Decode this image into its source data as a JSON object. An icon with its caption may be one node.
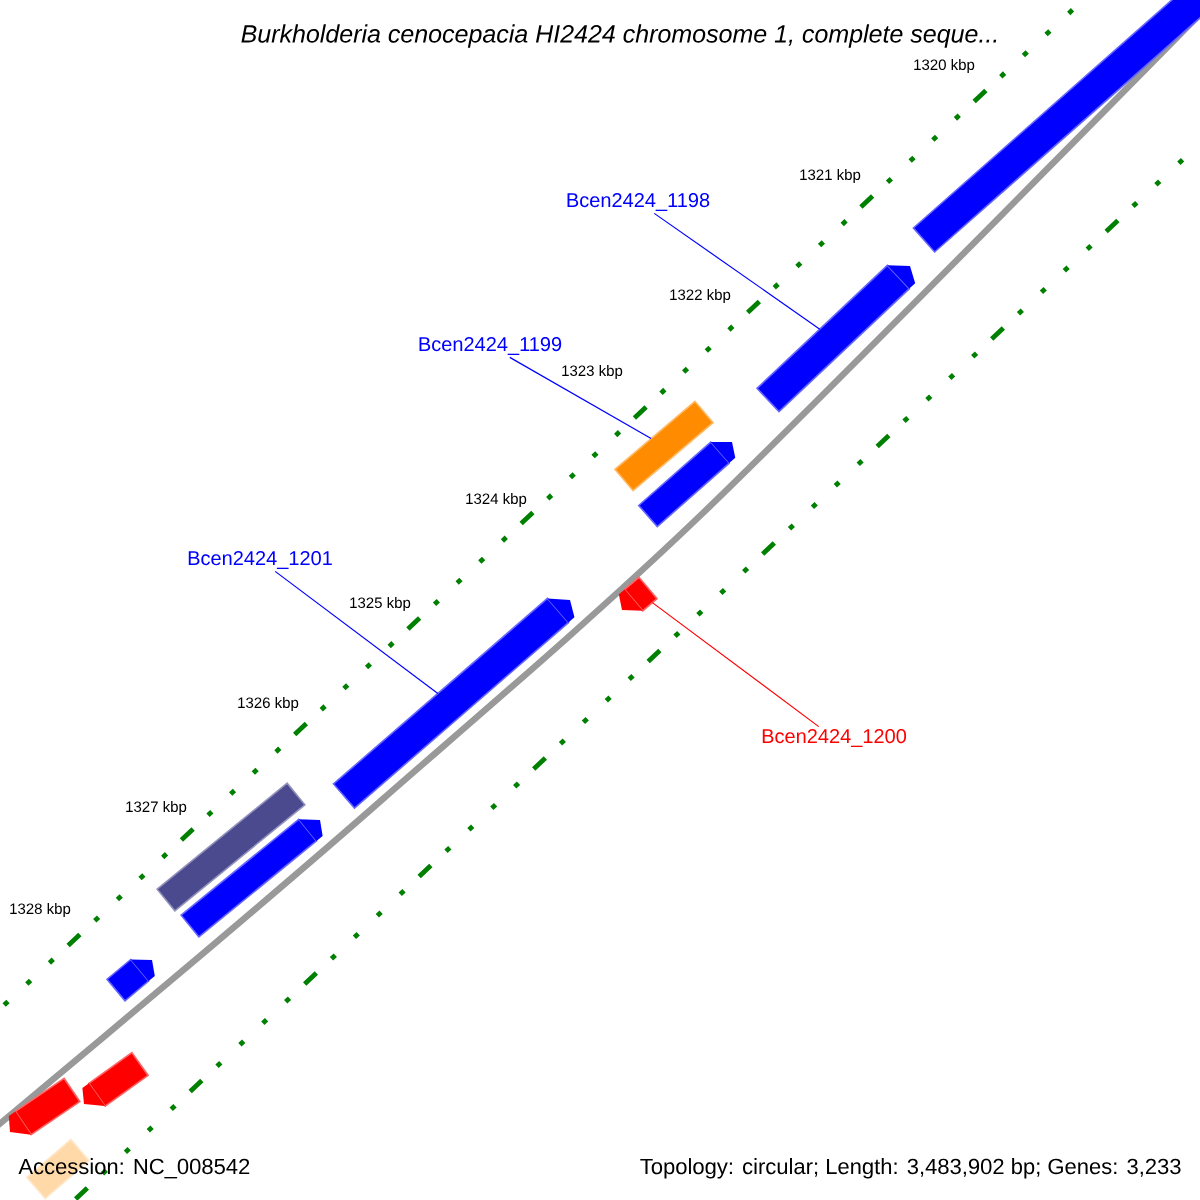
{
  "diagram": {
    "title": "Burkholderia cenocepacia HI2424 chromosome 1, complete seque...",
    "nodes": [
      {
        "text": [
          "Bcen2424_1198"
        ]
      },
      {
        "text": [
          "Bcen2424_1199"
        ]
      },
      {
        "text": [
          "Bcen2424_1201"
        ]
      },
      {
        "text": [
          "Bcen2424_1200"
        ]
      },
      {
        "text": [],
        "shape": "arrow"
      },
      {
        "text": [],
        "shape": "bar"
      },
      {
        "text": [],
        "shape": "arrow"
      },
      {
        "text": [],
        "shape": "arrow"
      },
      {
        "text": [],
        "shape": "bar"
      },
      {
        "text": [],
        "shape": "arrow"
      },
      {
        "text": [],
        "shape": "bar"
      },
      {
        "text": [],
        "shape": "arrow"
      },
      {
        "text": [],
        "shape": "arrow"
      },
      {
        "text": [],
        "shape": "arrow"
      },
      {
        "text": [],
        "shape": "arrow"
      },
      {
        "text": [],
        "shape": "bar"
      }
    ],
    "edges": [
      {
        "from": 0,
        "to": 4,
        "arrow": "none"
      },
      {
        "from": 1,
        "to": 5,
        "arrow": "none"
      },
      {
        "from": 2,
        "to": 6,
        "arrow": "none"
      },
      {
        "from": 3,
        "to": 7,
        "arrow": "none",
        "color": "#ff0000"
      }
    ],
    "labels": [
      "1320 kbp",
      "1321 kbp",
      "1322 kbp",
      "1323 kbp",
      "1324 kbp",
      "1325 kbp",
      "1326 kbp",
      "1327 kbp",
      "1328 kbp",
      "Accession: NC_008542",
      "Topology: circular; Length: 3,483,902 bp; Genes: 3,233"
    ]
  }
}
